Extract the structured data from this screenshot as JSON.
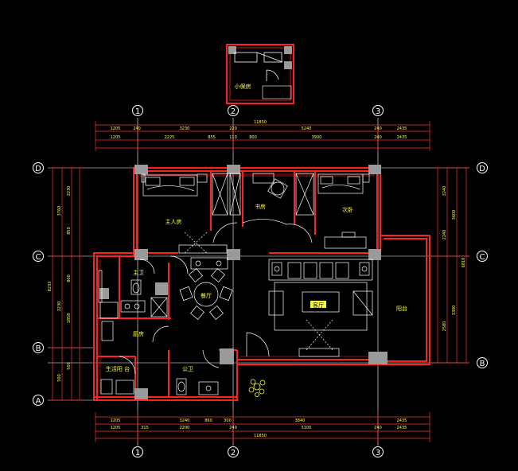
{
  "colors": {
    "background": "#000000",
    "wall": "#ff2020",
    "furniture": "#ffffff",
    "dimension": "#ff3030",
    "dim_text": "#ffff40",
    "room_text": "#ffff40",
    "column": "#9a9a9a",
    "grid": "#ffffff",
    "accent_fill": "#ffff40"
  },
  "rooms": {
    "master_bedroom": "主人房",
    "study": "书房",
    "second_bedroom": "次卧",
    "master_bath": "主卫",
    "dining": "餐厅",
    "living": "客厅",
    "kitchen": "厨房",
    "balcony": "阳台",
    "service_balcony": "生活阳 台",
    "public_bath": "公卫",
    "maid_room": "小保房"
  },
  "grid_labels": {
    "top": [
      "1",
      "2",
      "3"
    ],
    "bottom": [
      "1",
      "2",
      "3"
    ],
    "left": [
      "D",
      "C",
      "B",
      "A"
    ],
    "right": [
      "D",
      "C",
      "B"
    ]
  },
  "dims": {
    "top_total": "11850",
    "top_row1": [
      "1205",
      "240",
      "3230",
      "220",
      "5240",
      "240",
      "2435"
    ],
    "top_row2": [
      "1205",
      "2225",
      "855",
      "110",
      "800",
      "3900",
      "240",
      "2435"
    ],
    "bottom_row1": [
      "1205",
      "3240",
      "860",
      "300",
      "3840",
      "2435"
    ],
    "bottom_row2": [
      "1205",
      "315",
      "2200",
      "240",
      "5100",
      "240",
      "2435"
    ],
    "bottom_total": "11850",
    "left_outer": "8233",
    "left_inner": [
      "3760",
      "3230",
      "850",
      "3230",
      "800",
      "1858",
      "500",
      "500"
    ],
    "right_outer": "6810",
    "right_inner": [
      "3600",
      "3240",
      "2240",
      "3300",
      "2580"
    ]
  }
}
